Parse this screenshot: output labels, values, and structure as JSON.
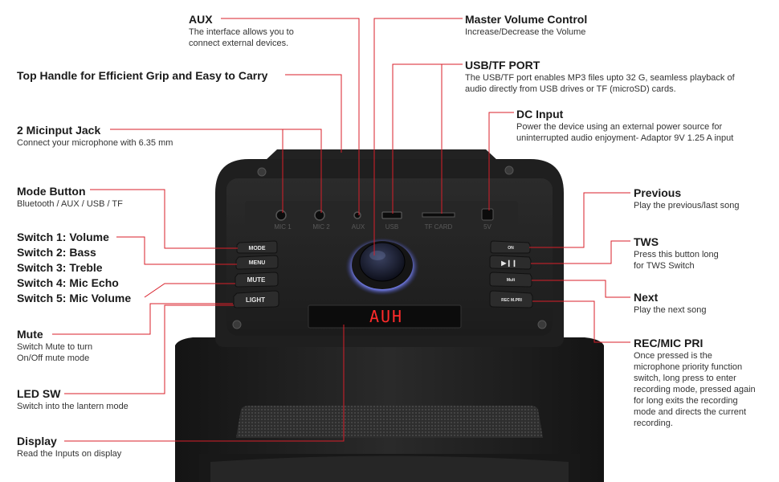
{
  "colors": {
    "leader": "#d81f2a",
    "speaker_body": "#1e1e1e",
    "display_red": "#ff2b2b"
  },
  "device": {
    "ports": [
      "MIC 1",
      "MIC 2",
      "AUX",
      "USB",
      "TF CARD",
      "5V"
    ],
    "left_buttons": [
      "MODE",
      "MENU",
      "MUTE",
      "LIGHT"
    ],
    "right_buttons": [
      "ON",
      "",
      "Mult",
      "REC M.PRI"
    ],
    "display_text": "AUH"
  },
  "annotations": {
    "aux": {
      "title": "AUX",
      "desc": [
        "The interface allows you to",
        "connect external devices."
      ]
    },
    "handle": {
      "title": "Top Handle for Efficient Grip and Easy to Carry"
    },
    "mic": {
      "title": "2 Micinput Jack",
      "desc": [
        "Connect your microphone with 6.35 mm"
      ]
    },
    "mode": {
      "title": "Mode Button",
      "desc": [
        "Bluetooth / AUX / USB / TF"
      ]
    },
    "switches": [
      "Switch 1: Volume",
      "Switch 2: Bass",
      "Switch 3: Treble",
      "Switch 4: Mic Echo",
      "Switch 5: Mic Volume"
    ],
    "mute": {
      "title": "Mute",
      "desc": [
        "Switch Mute to turn",
        "On/Off mute mode"
      ]
    },
    "led": {
      "title": "LED SW",
      "desc": [
        "Switch into the lantern mode"
      ]
    },
    "display": {
      "title": "Display",
      "desc": [
        "Read the Inputs on display"
      ]
    },
    "volume": {
      "title": "Master Volume Control",
      "desc": [
        "Increase/Decrease the Volume"
      ]
    },
    "usb": {
      "title": "USB/TF PORT",
      "desc": [
        "The USB/TF port enables MP3 files upto 32 G, seamless playback of",
        "audio directly from USB drives or TF (microSD) cards."
      ]
    },
    "dc": {
      "title": "DC Input",
      "desc": [
        "Power the device using an external power source for",
        "uninterrupted audio enjoyment- Adaptor 9V 1.25 A input"
      ]
    },
    "previous": {
      "title": "Previous",
      "desc": [
        "Play the previous/last song"
      ]
    },
    "tws": {
      "title": "TWS",
      "desc": [
        "Press this button long",
        "for TWS Switch"
      ]
    },
    "next": {
      "title": "Next",
      "desc": [
        "Play the next song"
      ]
    },
    "rec": {
      "title": "REC/MIC PRI",
      "desc": [
        "Once pressed is the",
        "microphone priority function",
        "switch, long press to enter",
        "recording mode, pressed again",
        "for long exits the recording",
        "mode and directs the current",
        "recording."
      ]
    }
  }
}
